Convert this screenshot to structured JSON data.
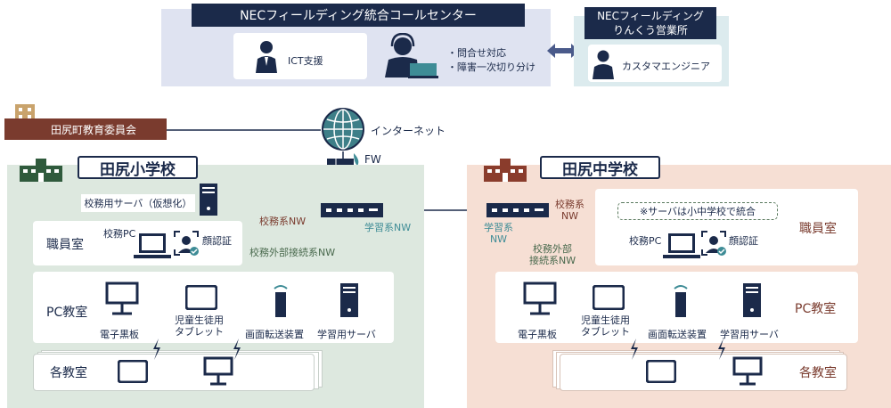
{
  "callcenter": {
    "title": "NECフィールディング統合コールセンター",
    "ict": "ICT支援",
    "bullet1": "・問合せ対応",
    "bullet2": "・障害一次切り分け"
  },
  "office": {
    "title_line1": "NECフィールディング",
    "title_line2": "りんくう営業所",
    "engineer": "カスタマエンジニア"
  },
  "board": {
    "label": "田尻町教育委員会"
  },
  "internet": {
    "label": "インターネット",
    "fw": "FW"
  },
  "elementary": {
    "title": "田尻小学校",
    "server": "校務用サーバ（仮想化）",
    "staff_room": "職員室",
    "staff_pc": "校務PC",
    "face_auth": "顔認証",
    "nw_admin": "校務系NW",
    "nw_external": "校務外部接続系NW",
    "nw_learning": "学習系NW",
    "pc_room": "PC教室",
    "devices": [
      "電子黒板",
      "児童生徒用\nタブレット",
      "画面転送装置",
      "学習用サーバ"
    ],
    "classrooms": "各教室"
  },
  "junior": {
    "title": "田尻中学校",
    "nw_admin_line1": "校務系",
    "nw_admin_line2": "NW",
    "nw_learning_line1": "学習系",
    "nw_learning_line2": "NW",
    "nw_external_line1": "校務外部",
    "nw_external_line2": "接続系NW",
    "note": "※サーバは小中学校で統合",
    "staff_room": "職員室",
    "staff_pc": "校務PC",
    "face_auth": "顔認証",
    "pc_room": "PC教室",
    "devices": [
      "電子黒板",
      "児童生徒用\nタブレット",
      "画面転送装置",
      "学習用サーバ"
    ],
    "classrooms": "各教室"
  },
  "colors": {
    "navy": "#1b2a4a",
    "brown": "#7a3b2e",
    "green": "#5a7a5e",
    "teal": "#3e8c96",
    "elem_bg": "#dde8df",
    "jr_bg": "#f6dfd4",
    "cc_bg": "#dfe3f1"
  }
}
